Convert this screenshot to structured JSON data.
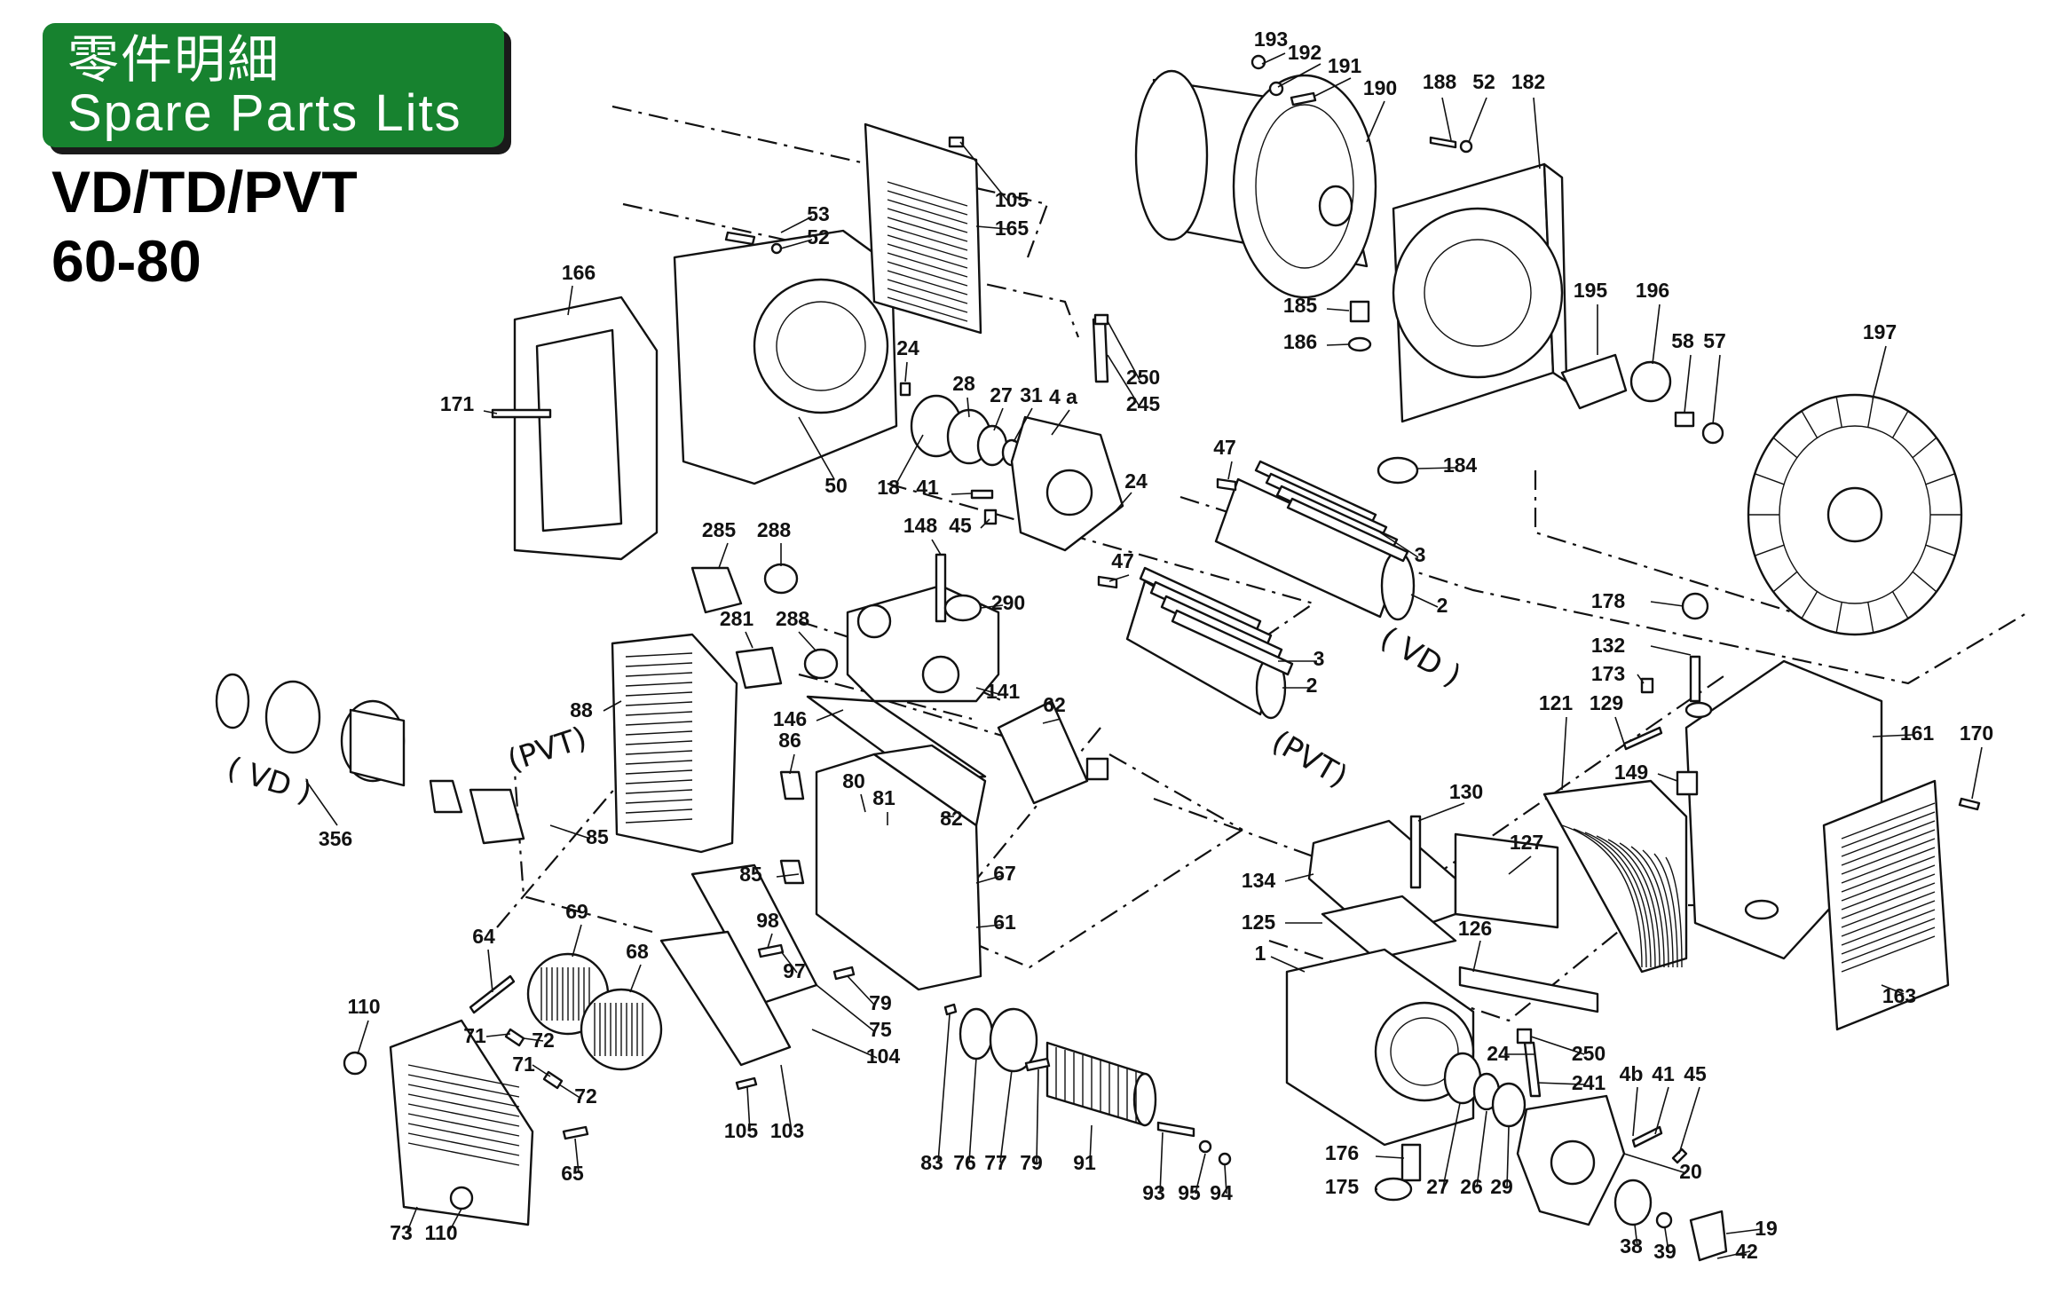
{
  "header": {
    "title_cn": "零件明細",
    "title_en": "Spare Parts Lits",
    "model": "VD/TD/PVT",
    "range": "60-80"
  },
  "colors": {
    "banner": "#17822f",
    "ink": "#111111"
  },
  "variant_labels": [
    {
      "id": "vd1",
      "text": "( VD )"
    },
    {
      "id": "pvt1",
      "text": "(PVT)"
    },
    {
      "id": "vd2",
      "text": "( VD )"
    },
    {
      "id": "pvt2",
      "text": "(PVT)"
    }
  ],
  "parts": [
    {
      "id": "193",
      "text": "193"
    },
    {
      "id": "192",
      "text": "192"
    },
    {
      "id": "191",
      "text": "191"
    },
    {
      "id": "190",
      "text": "190"
    },
    {
      "id": "188",
      "text": "188"
    },
    {
      "id": "52a",
      "text": "52"
    },
    {
      "id": "182",
      "text": "182"
    },
    {
      "id": "105a",
      "text": "105"
    },
    {
      "id": "165",
      "text": "165"
    },
    {
      "id": "53",
      "text": "53"
    },
    {
      "id": "52b",
      "text": "52"
    },
    {
      "id": "166",
      "text": "166"
    },
    {
      "id": "171",
      "text": "171"
    },
    {
      "id": "50",
      "text": "50"
    },
    {
      "id": "24a",
      "text": "24"
    },
    {
      "id": "28",
      "text": "28"
    },
    {
      "id": "27a",
      "text": "27"
    },
    {
      "id": "31",
      "text": "31"
    },
    {
      "id": "4a",
      "text": "4 a"
    },
    {
      "id": "250a",
      "text": "250"
    },
    {
      "id": "245",
      "text": "245"
    },
    {
      "id": "18",
      "text": "18"
    },
    {
      "id": "41a",
      "text": "41"
    },
    {
      "id": "45a",
      "text": "45"
    },
    {
      "id": "24b",
      "text": "24"
    },
    {
      "id": "185",
      "text": "185"
    },
    {
      "id": "186",
      "text": "186"
    },
    {
      "id": "195",
      "text": "195"
    },
    {
      "id": "196",
      "text": "196"
    },
    {
      "id": "58",
      "text": "58"
    },
    {
      "id": "57",
      "text": "57"
    },
    {
      "id": "197",
      "text": "197"
    },
    {
      "id": "47a",
      "text": "47"
    },
    {
      "id": "184",
      "text": "184"
    },
    {
      "id": "3a",
      "text": "3"
    },
    {
      "id": "47b",
      "text": "47"
    },
    {
      "id": "2a",
      "text": "2"
    },
    {
      "id": "3b",
      "text": "3"
    },
    {
      "id": "2b",
      "text": "2"
    },
    {
      "id": "285",
      "text": "285"
    },
    {
      "id": "288a",
      "text": "288"
    },
    {
      "id": "148",
      "text": "148"
    },
    {
      "id": "290",
      "text": "290"
    },
    {
      "id": "281",
      "text": "281"
    },
    {
      "id": "288b",
      "text": "288"
    },
    {
      "id": "141",
      "text": "141"
    },
    {
      "id": "88",
      "text": "88"
    },
    {
      "id": "146",
      "text": "146"
    },
    {
      "id": "62",
      "text": "62"
    },
    {
      "id": "86",
      "text": "86"
    },
    {
      "id": "80",
      "text": "80"
    },
    {
      "id": "81",
      "text": "81"
    },
    {
      "id": "82",
      "text": "82"
    },
    {
      "id": "85a",
      "text": "85"
    },
    {
      "id": "356",
      "text": "356"
    },
    {
      "id": "85b",
      "text": "85"
    },
    {
      "id": "67",
      "text": "67"
    },
    {
      "id": "61",
      "text": "61"
    },
    {
      "id": "178",
      "text": "178"
    },
    {
      "id": "132",
      "text": "132"
    },
    {
      "id": "173",
      "text": "173"
    },
    {
      "id": "121",
      "text": "121"
    },
    {
      "id": "129",
      "text": "129"
    },
    {
      "id": "161",
      "text": "161"
    },
    {
      "id": "170",
      "text": "170"
    },
    {
      "id": "149",
      "text": "149"
    },
    {
      "id": "130",
      "text": "130"
    },
    {
      "id": "127",
      "text": "127"
    },
    {
      "id": "134",
      "text": "134"
    },
    {
      "id": "125",
      "text": "125"
    },
    {
      "id": "1",
      "text": "1"
    },
    {
      "id": "126",
      "text": "126"
    },
    {
      "id": "163",
      "text": "163"
    },
    {
      "id": "64",
      "text": "64"
    },
    {
      "id": "69",
      "text": "69"
    },
    {
      "id": "68",
      "text": "68"
    },
    {
      "id": "98",
      "text": "98"
    },
    {
      "id": "97",
      "text": "97"
    },
    {
      "id": "79a",
      "text": "79"
    },
    {
      "id": "110a",
      "text": "110"
    },
    {
      "id": "71a",
      "text": "71"
    },
    {
      "id": "72a",
      "text": "72"
    },
    {
      "id": "71b",
      "text": "71"
    },
    {
      "id": "72b",
      "text": "72"
    },
    {
      "id": "75",
      "text": "75"
    },
    {
      "id": "104",
      "text": "104"
    },
    {
      "id": "105b",
      "text": "105"
    },
    {
      "id": "103",
      "text": "103"
    },
    {
      "id": "65",
      "text": "65"
    },
    {
      "id": "73",
      "text": "73"
    },
    {
      "id": "110b",
      "text": "110"
    },
    {
      "id": "83",
      "text": "83"
    },
    {
      "id": "76",
      "text": "76"
    },
    {
      "id": "77",
      "text": "77"
    },
    {
      "id": "79b",
      "text": "79"
    },
    {
      "id": "91",
      "text": "91"
    },
    {
      "id": "93",
      "text": "93"
    },
    {
      "id": "95",
      "text": "95"
    },
    {
      "id": "94",
      "text": "94"
    },
    {
      "id": "24c",
      "text": "24"
    },
    {
      "id": "250b",
      "text": "250"
    },
    {
      "id": "241",
      "text": "241"
    },
    {
      "id": "176",
      "text": "176"
    },
    {
      "id": "175",
      "text": "175"
    },
    {
      "id": "27b",
      "text": "27"
    },
    {
      "id": "26",
      "text": "26"
    },
    {
      "id": "29",
      "text": "29"
    },
    {
      "id": "4b",
      "text": "4b"
    },
    {
      "id": "41b",
      "text": "41"
    },
    {
      "id": "45b",
      "text": "45"
    },
    {
      "id": "20",
      "text": "20"
    },
    {
      "id": "38",
      "text": "38"
    },
    {
      "id": "39",
      "text": "39"
    },
    {
      "id": "19",
      "text": "19"
    },
    {
      "id": "42",
      "text": "42"
    }
  ]
}
